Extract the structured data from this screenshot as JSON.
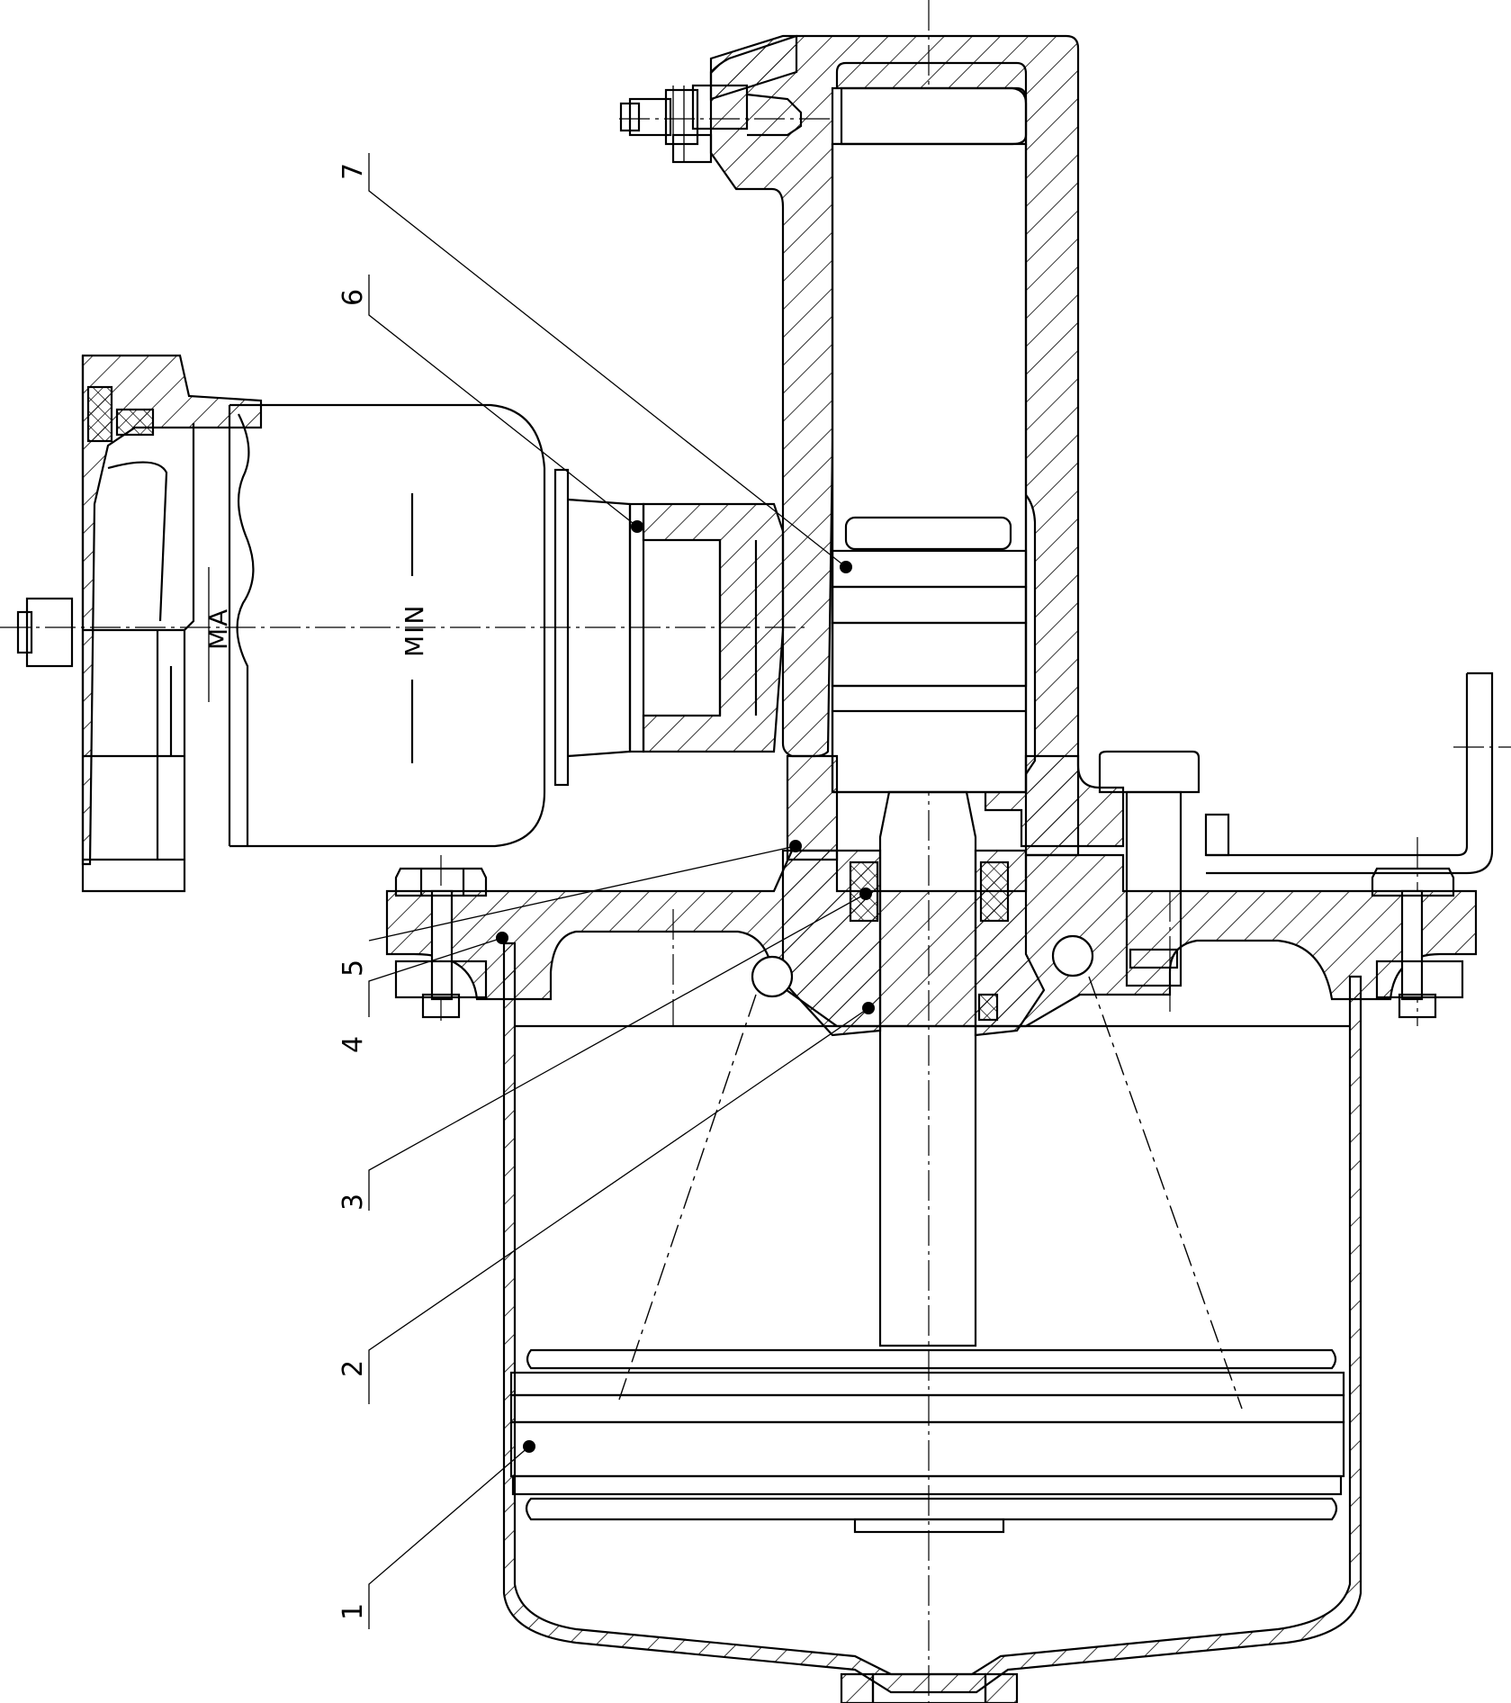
{
  "labels": {
    "min_marking": "MIN",
    "max_marking_partial": "MA"
  },
  "callouts": [
    {
      "num": "7"
    },
    {
      "num": "6"
    },
    {
      "num": "5"
    },
    {
      "num": "4"
    },
    {
      "num": "3"
    },
    {
      "num": "2"
    },
    {
      "num": "1"
    }
  ]
}
